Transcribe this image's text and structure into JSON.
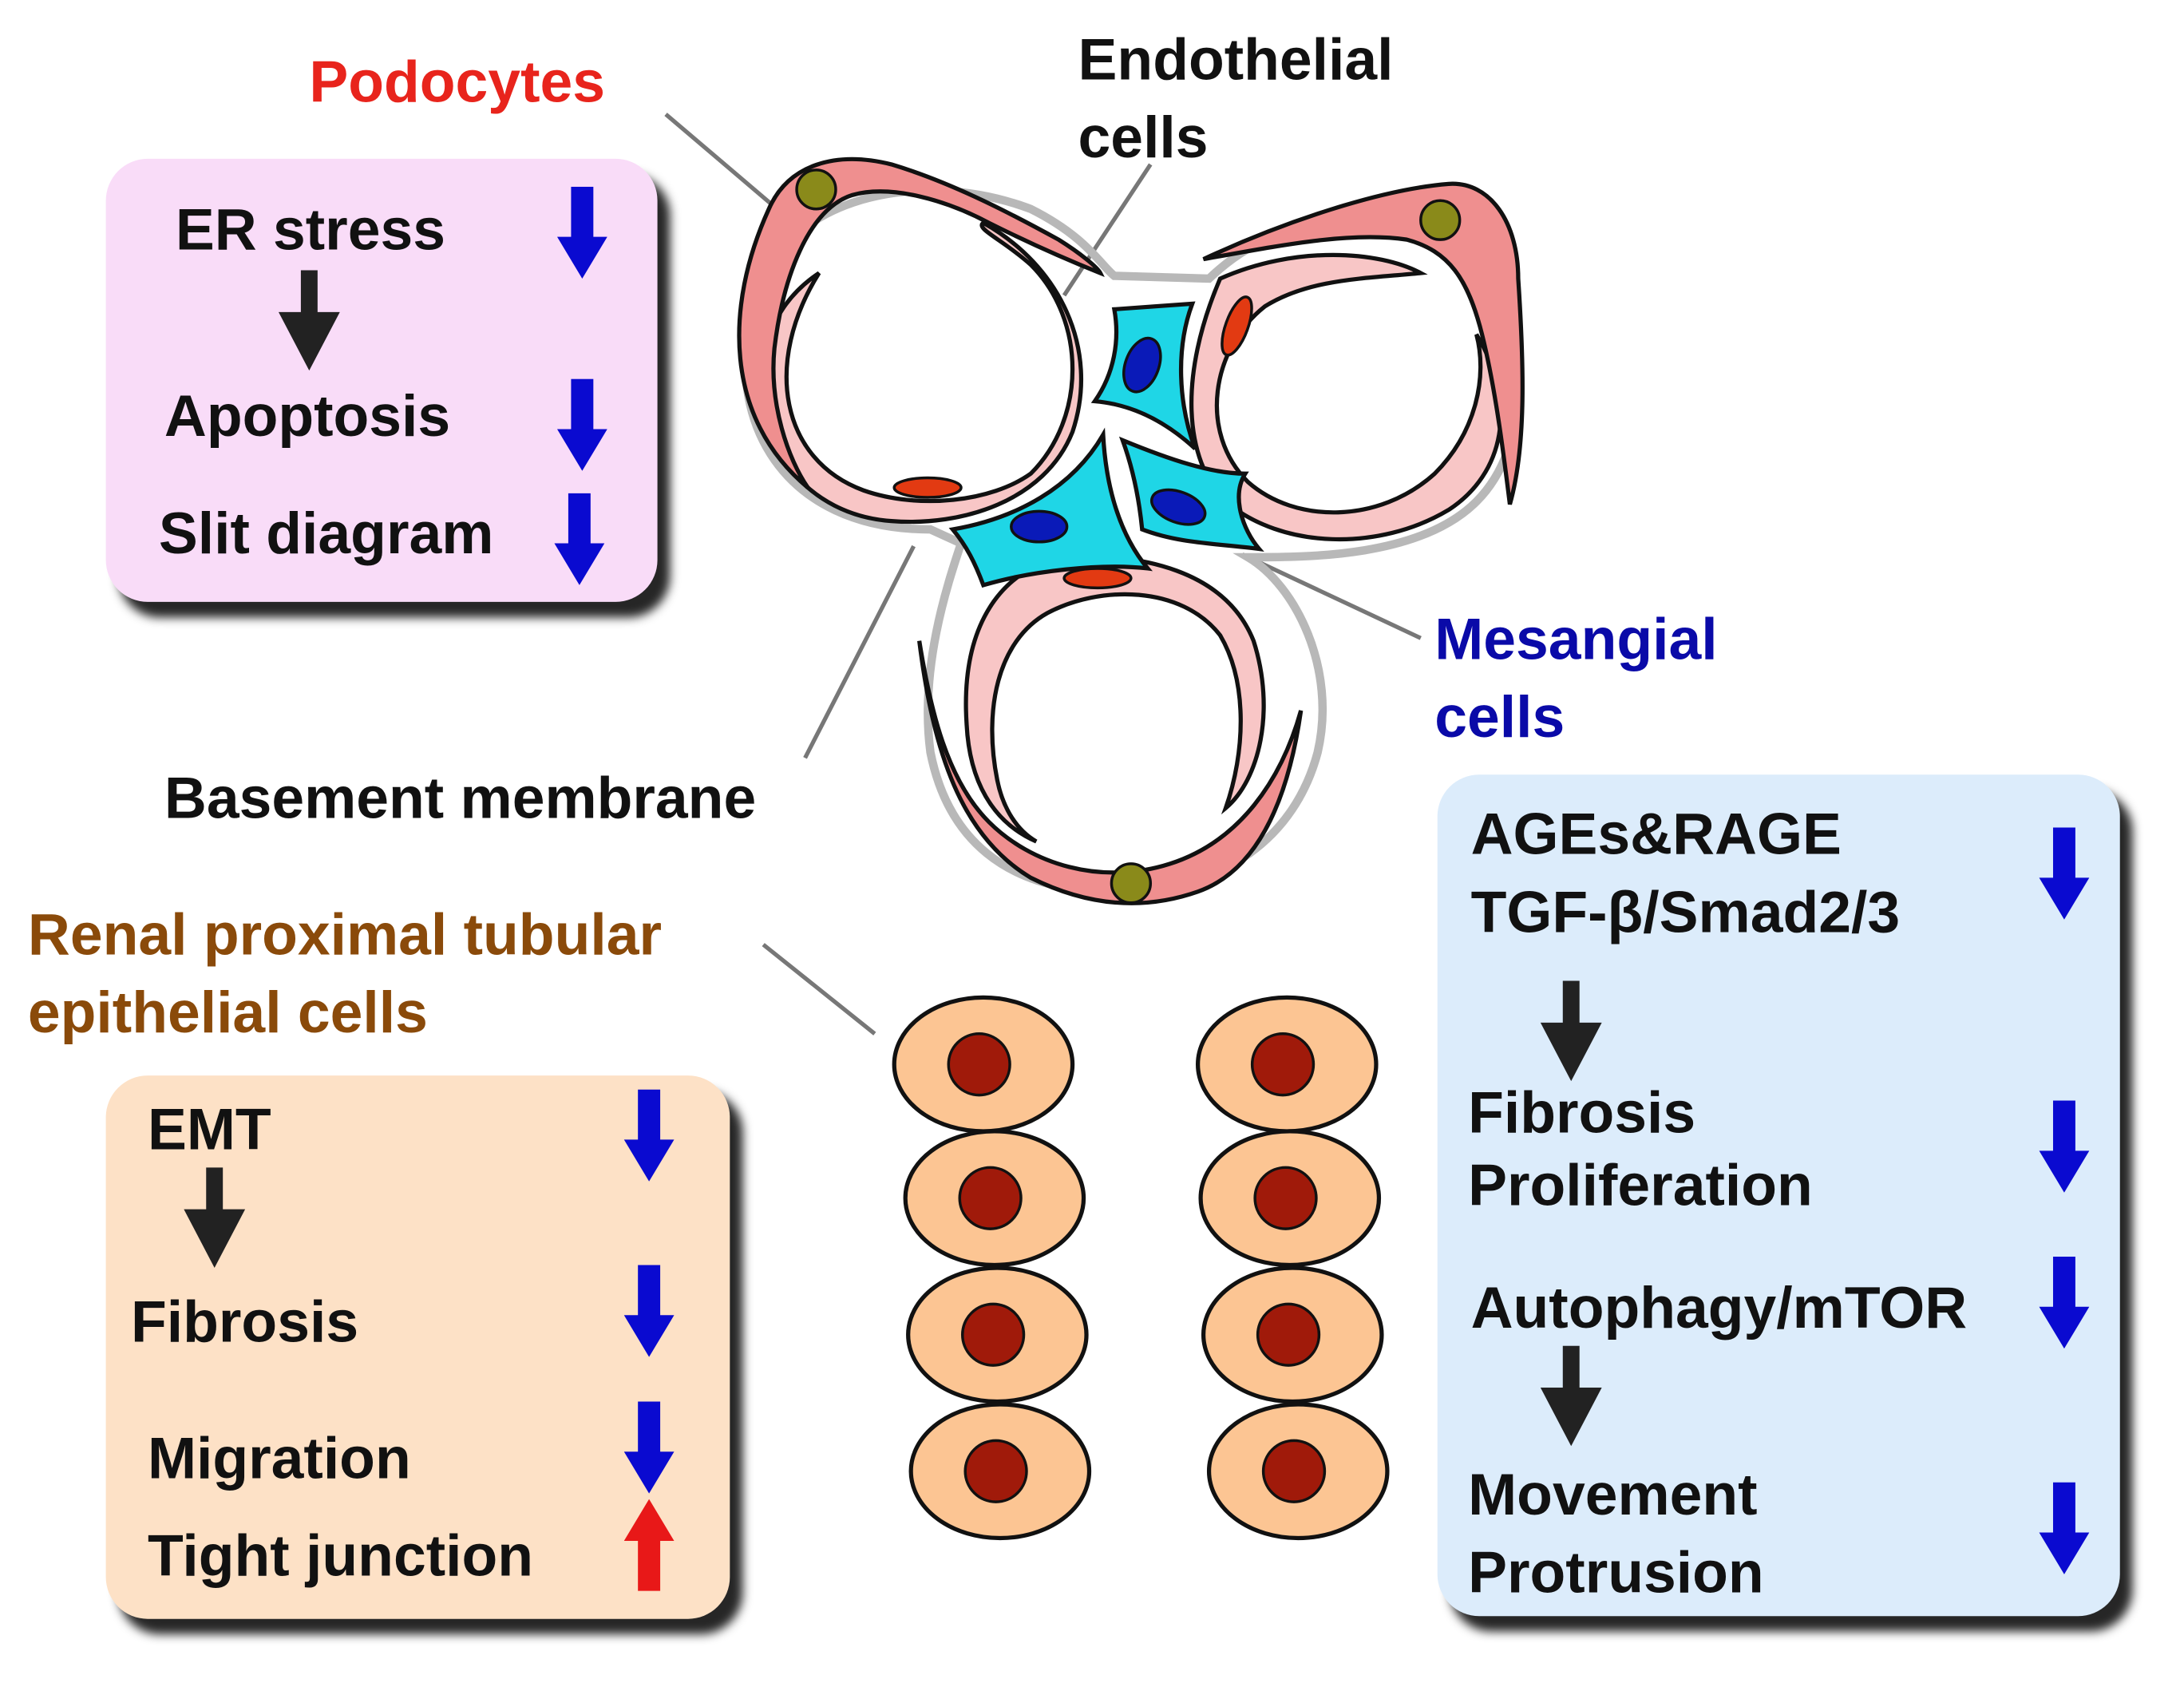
{
  "colors": {
    "podocytes_label": "#e8241c",
    "mesangial_label": "#0a0aa8",
    "tubular_label": "#8a4a0a",
    "down_arrow": "#0a0ad0",
    "up_arrow": "#e81818",
    "step_arrow": "#222222",
    "podocyte_box": "#f9dcf8",
    "mesangial_box": "#dcecfb",
    "tubular_box": "#fde1c6"
  },
  "labels": {
    "podocytes": "Podocytes",
    "endothelial_line1": "Endothelial",
    "endothelial_line2": "cells",
    "mesangial_line1": "Mesangial",
    "mesangial_line2": "cells",
    "basement_membrane": "Basement membrane",
    "tubular_line1": "Renal proximal tubular",
    "tubular_line2": "epithelial cells"
  },
  "podocyte_box": {
    "er_stress": {
      "text": "ER stress",
      "effect": "down"
    },
    "apoptosis": {
      "text": "Apoptosis",
      "effect": "down"
    },
    "slit_diagram": {
      "text": "Slit diagram",
      "effect": "down"
    },
    "step_arrow_icon": "arrow-down-icon"
  },
  "mesangial_box": {
    "line1": "AGEs&RAGE",
    "line2": "TGF-β/Smad2/3",
    "line3": "Fibrosis",
    "line4": "Proliferation",
    "line5": "Autophagy/mTOR",
    "line6": "Movement",
    "line7": "Protrusion",
    "effects": [
      "down",
      "down",
      "down",
      "down"
    ]
  },
  "tubular_box": {
    "emt": {
      "text": "EMT",
      "effect": "down"
    },
    "fibrosis": {
      "text": "Fibrosis",
      "effect": "down"
    },
    "migration": {
      "text": "Migration",
      "effect": "down"
    },
    "tight_junction": {
      "text": "Tight junction",
      "effect": "up"
    }
  }
}
